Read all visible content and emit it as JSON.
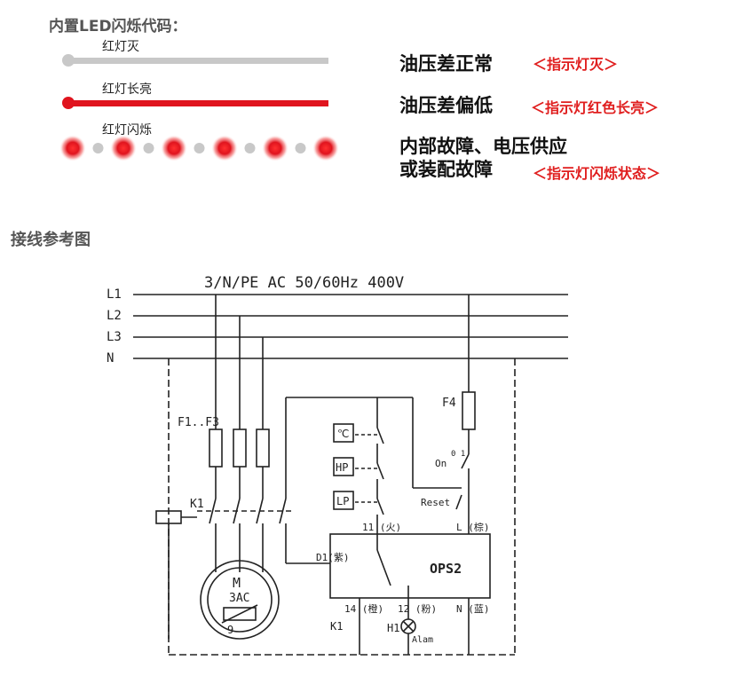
{
  "led": {
    "title": "内置LED闪烁代码：",
    "states": [
      {
        "label": "红灯灭",
        "meaning": "油压差正常",
        "note": "＜指示灯灭＞"
      },
      {
        "label": "红灯长亮",
        "meaning": "油压差偏低",
        "note": "＜指示灯红色长亮＞"
      },
      {
        "label": "红灯闪烁",
        "meaning_line1": "内部故障、电压供应",
        "meaning_line2": "或装配故障",
        "note": "＜指示灯闪烁状态＞"
      }
    ],
    "colors": {
      "off": "#c8c8c8",
      "on": "#e0141e"
    }
  },
  "wiring": {
    "title": "接线参考图",
    "supply": "3/N/PE AC 50/60Hz 400V",
    "lines": [
      "L1",
      "L2",
      "L3",
      "N"
    ],
    "fuses_main": "F1..F3",
    "fuse_ctrl": "F4",
    "contactor": "K1",
    "contactor_bottom": "K1",
    "motor": "M",
    "motor_type": "3AC",
    "motor_pin": "9",
    "switches": [
      "℃",
      "HP",
      "LP"
    ],
    "on_label": "On",
    "on_num": "0 1",
    "reset_label": "Reset",
    "module": "OPS2",
    "terminals": {
      "t11": "11 (火)",
      "tL": "L (棕)",
      "tD1": "D1(紫)",
      "t14": "14 (橙)",
      "t12": "12 (粉)",
      "tN": "N (蓝)"
    },
    "lamp": "H1",
    "alarm": "Alam"
  }
}
